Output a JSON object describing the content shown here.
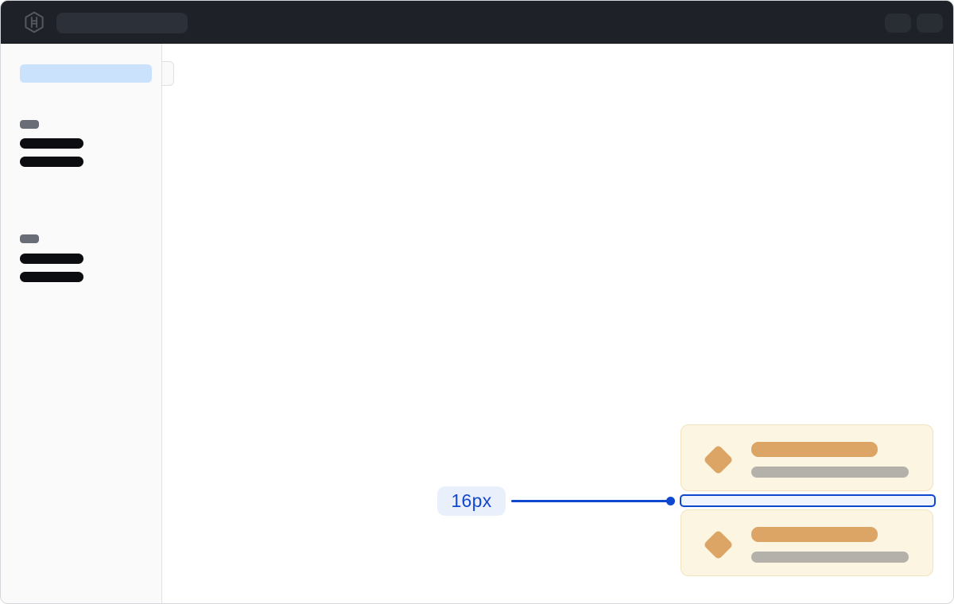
{
  "navbar": {
    "logo_icon": "hashicorp-logo-icon",
    "bg_color": "#1E2127",
    "logo_color": "#545860",
    "search_skeleton_color": "#2C3038",
    "action_skeleton_color": "#292D34",
    "action_skeleton_count": 2
  },
  "sidebar": {
    "bg_color": "#FAFAFA",
    "selected_item_color": "#CBE2FD",
    "section_label_color": "#696D76",
    "item_skeleton_color": "#0B0D11",
    "sections": [
      {
        "name": "section-1",
        "item_count": 2
      },
      {
        "name": "section-2",
        "item_count": 2
      }
    ]
  },
  "main": {
    "bg_color": "#FFFFFF",
    "cards": [
      {
        "name": "card-1",
        "icon": "diamond-icon",
        "bg_color": "#FBF5E2",
        "border_color": "#F3E3BC",
        "icon_color": "#DDA565",
        "title_bar_color": "#DDA565",
        "subtitle_bar_color": "#B3B1A9"
      },
      {
        "name": "card-2",
        "icon": "diamond-icon",
        "bg_color": "#FBF5E2",
        "border_color": "#F3E3BC",
        "icon_color": "#DDA565",
        "title_bar_color": "#DDA565",
        "subtitle_bar_color": "#B3B1A9"
      }
    ],
    "annotation": {
      "label": "16px",
      "accent_color": "#0F47CF",
      "label_text_color": "#1347CE",
      "label_bg_color": "#E9F0FC",
      "gap_fill_color": "#EFF4FD"
    }
  }
}
